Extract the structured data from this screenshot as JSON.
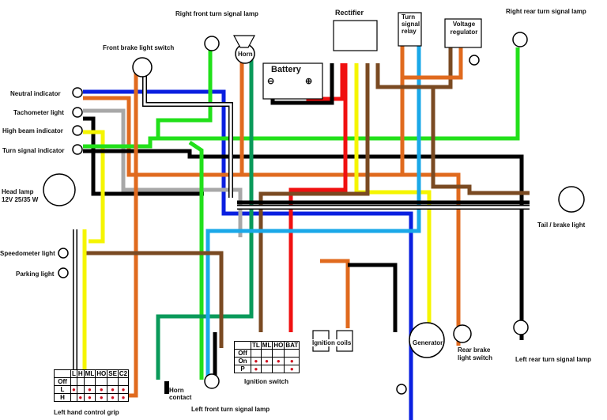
{
  "diagram": {
    "title": "Motorcycle wiring diagram",
    "components": {
      "right_front_turn": "Right front turn signal lamp",
      "front_brake_switch": "Front brake light switch",
      "horn": "Horn",
      "battery": "Battery",
      "battery_neg": "⊖",
      "battery_pos": "⊕",
      "rectifier": "Rectifier",
      "turn_relay": "Turn signal relay",
      "voltage_regulator": "Voltage regulator",
      "right_rear_turn": "Right rear turn signal lamp",
      "neutral": "Neutral indicator",
      "tacho": "Tachometer light",
      "high_beam": "High beam indicator",
      "turn_indicator": "Turn signal indicator",
      "head_lamp": "Head lamp",
      "head_lamp_spec": "12V   25/35 W",
      "speedo": "Speedometer light",
      "parking": "Parking light",
      "tail": "Tail / brake light",
      "ignition_coils": "Ignition coils",
      "generator": "Generator",
      "rear_brake_switch": "Rear brake light switch",
      "left_rear_turn": "Left rear turn signal lamp",
      "left_front_turn": "Left front turn signal lamp",
      "left_grip": "Left hand control grip",
      "horn_contact": "Horn contact",
      "ignition_switch": "Ignition switch"
    },
    "left_grip_table": {
      "headers": [
        "",
        "L",
        "H",
        "ML",
        "HO",
        "SE",
        "C2"
      ],
      "rows": [
        "Off",
        "L",
        "H"
      ]
    },
    "ignition_table": {
      "headers": [
        "",
        "TL",
        "ML",
        "HO",
        "BAT"
      ],
      "rows": [
        "Off",
        "On",
        "P"
      ]
    },
    "wire_colors": {
      "blue": "#0a1fe0",
      "orange": "#e06a1e",
      "green": "#22e01a",
      "black": "#000000",
      "gray": "#a8a8a8",
      "yellow": "#f5f500",
      "brown": "#7a4a22",
      "red": "#f01010",
      "lightblue": "#1aa8e8",
      "darkgreen": "#0a9a5a",
      "white": "#ffffff"
    }
  }
}
